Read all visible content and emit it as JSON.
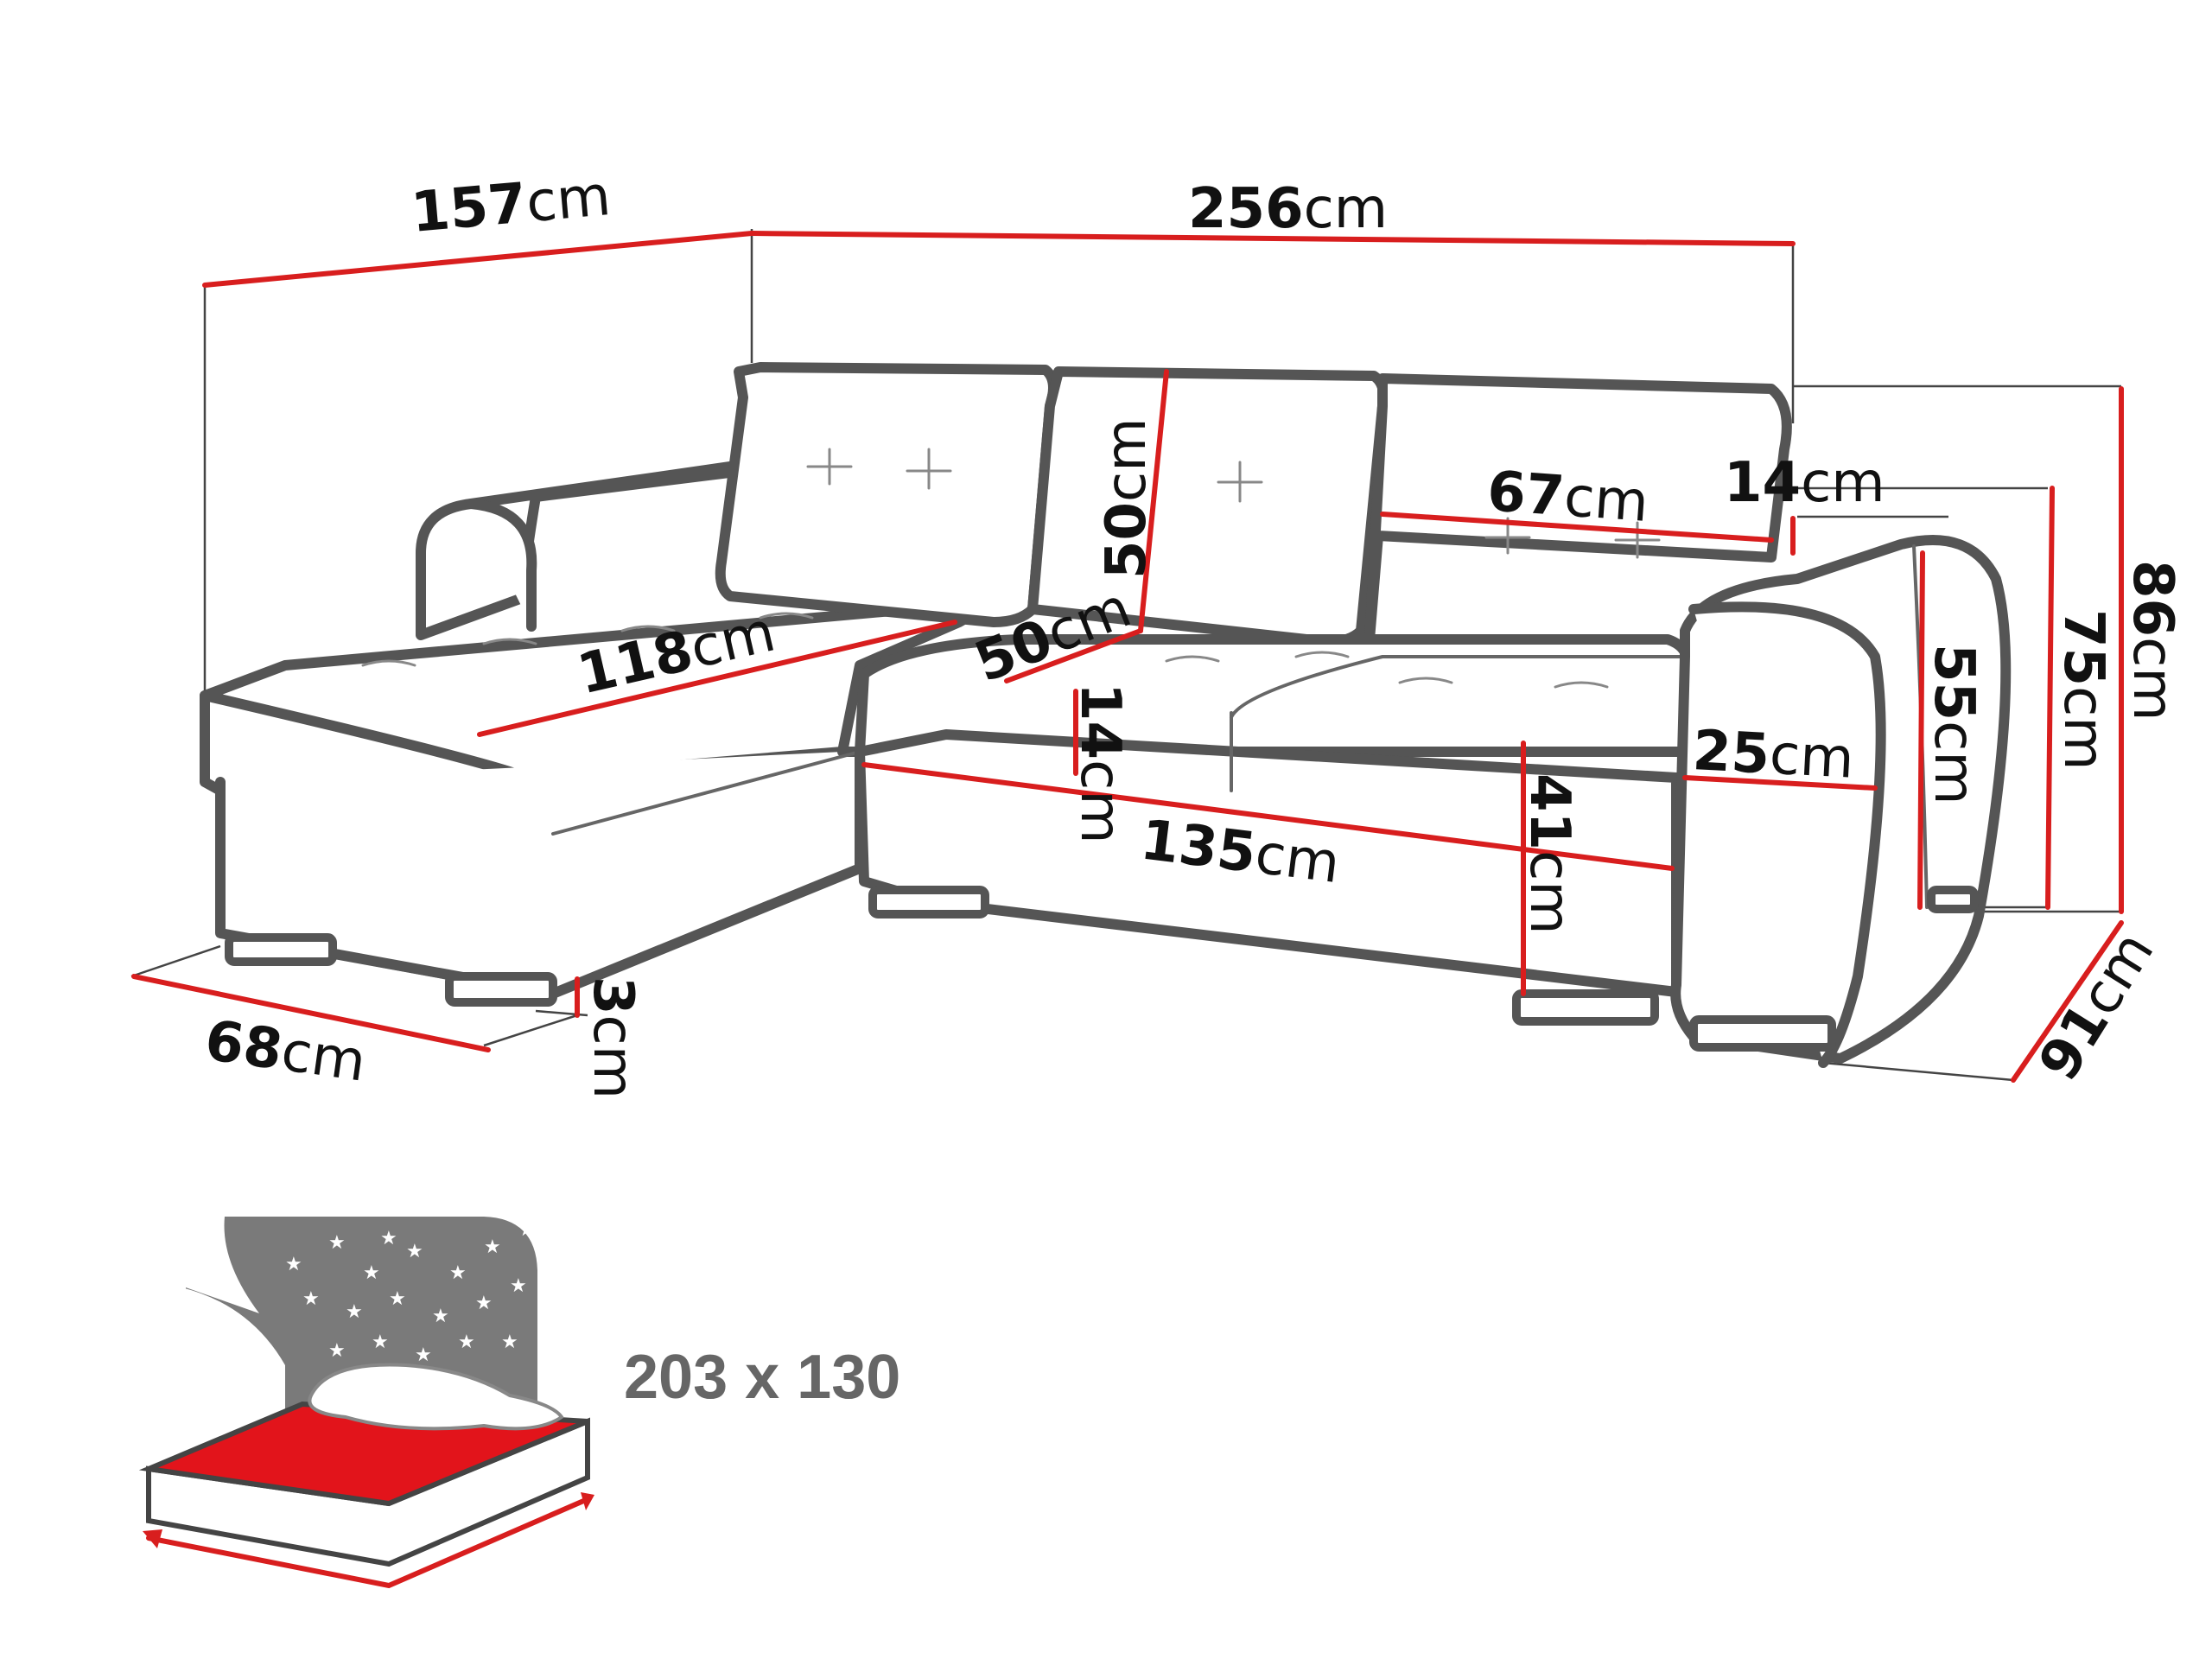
{
  "unit": "cm",
  "dimensions": {
    "total_depth_left": "157",
    "total_width": "256",
    "chaise_length": "118",
    "seat_depth": "50",
    "backrest_height": "50",
    "backrest_width": "67",
    "back_cushion_top": "14",
    "seat_cushion": "14",
    "seat_width": "135",
    "seat_height": "41",
    "armrest_width": "25",
    "armrest_height": "55",
    "back_height": "75",
    "total_height": "86",
    "total_depth": "91",
    "chaise_width": "68",
    "feet_height": "3"
  },
  "bed_function": {
    "size_label": "203 x 130"
  },
  "colors": {
    "dimension_line": "#d81e1e",
    "outline": "#555555",
    "bed_mattress": "#e2141b",
    "night_sky": "#7a7a7a"
  },
  "icons": [
    "sleep-function-icon",
    "star-icon"
  ]
}
